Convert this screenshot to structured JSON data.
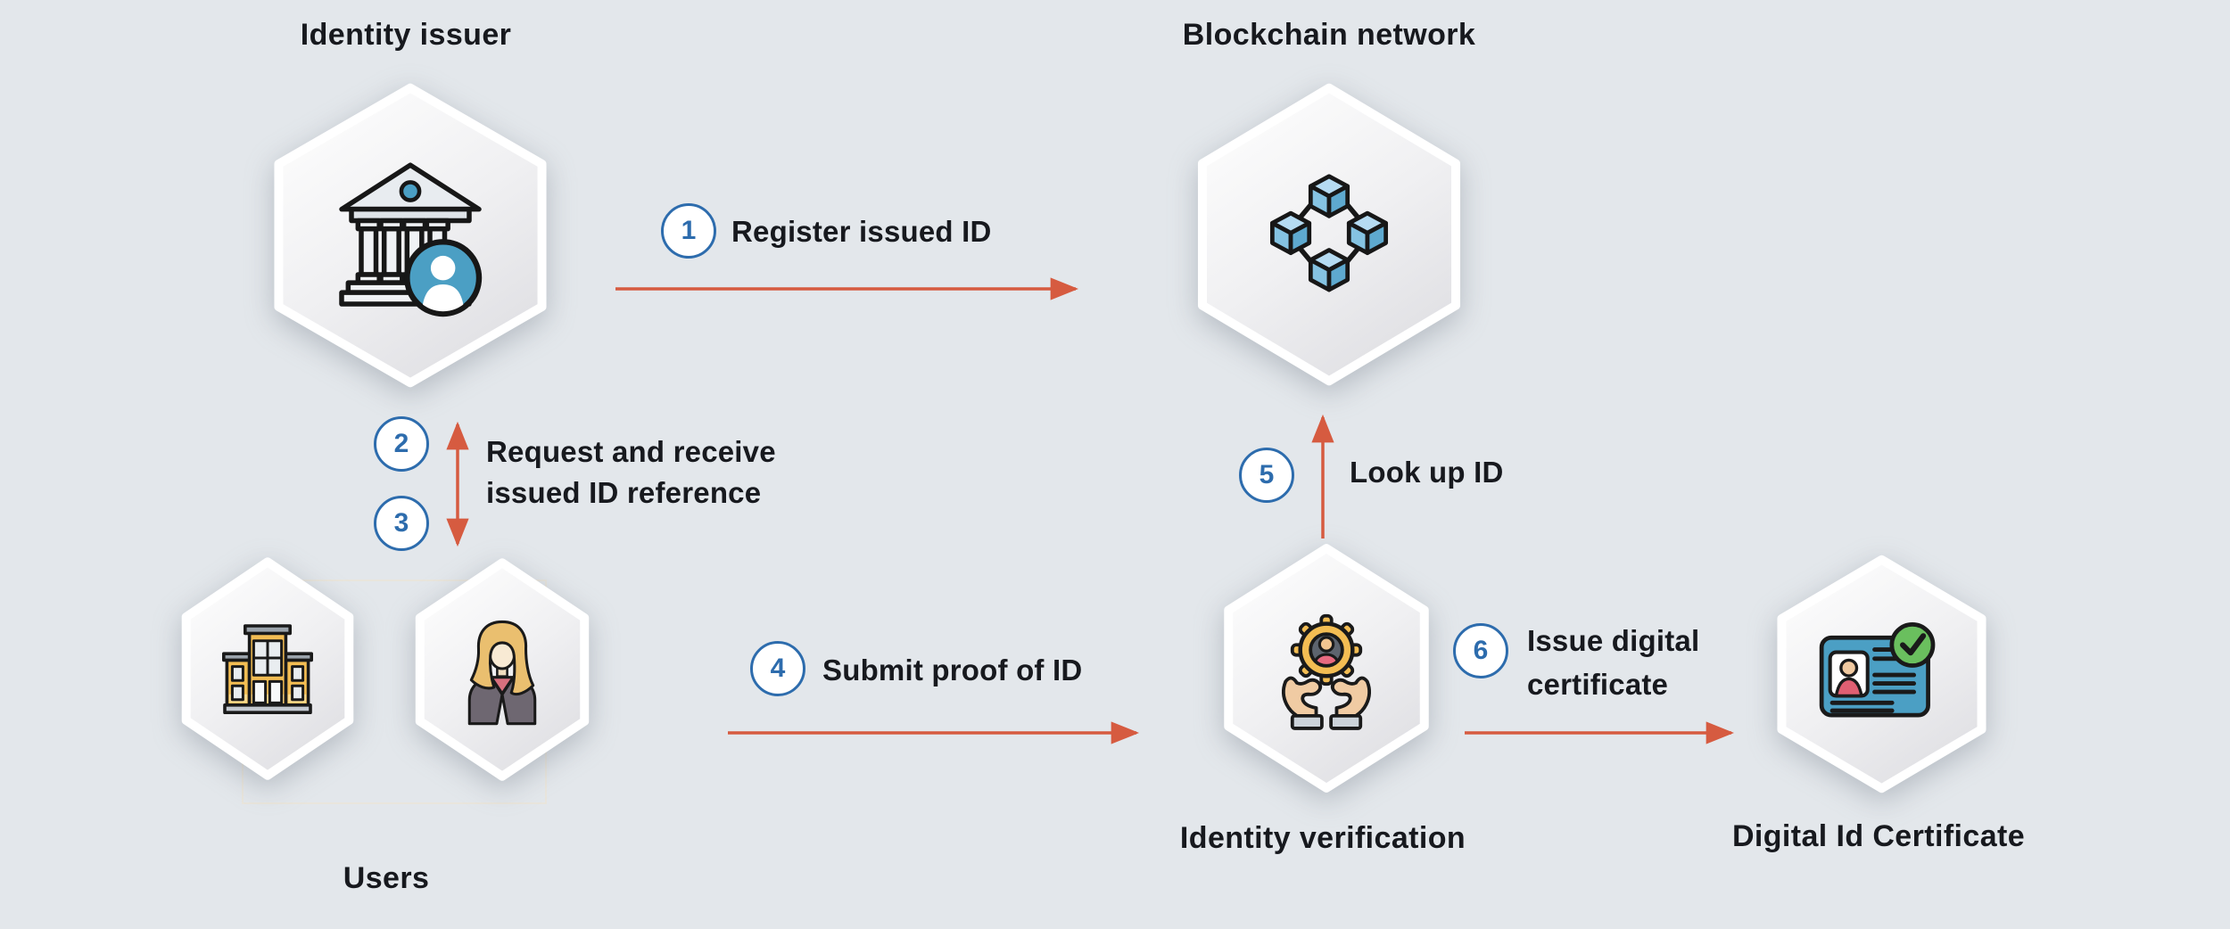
{
  "colors": {
    "background": "#e3e7eb",
    "arrow": "#d65b40",
    "step": "#2d6cad",
    "text": "#17191e",
    "icon_blue": "#4b9fc4",
    "icon_yellow": "#f3bd53",
    "icon_green": "#6abf5e",
    "icon_skin": "#f0cba3",
    "icon_pink": "#e86a80",
    "icon_grey_dark": "#5d646e"
  },
  "nodes": {
    "identity_issuer": {
      "label": "Identity issuer"
    },
    "blockchain": {
      "label": "Blockchain network"
    },
    "users": {
      "label": "Users"
    },
    "identity_verification": {
      "label": "Identity verification"
    },
    "digital_certificate": {
      "label": "Digital Id Certificate"
    }
  },
  "steps": {
    "s1": {
      "num": "1",
      "label": "Register issued ID"
    },
    "s2": {
      "num": "2"
    },
    "s3": {
      "num": "3"
    },
    "s23": {
      "line1": "Request and receive",
      "line2": "issued ID reference"
    },
    "s4": {
      "num": "4",
      "label": "Submit proof of ID"
    },
    "s5": {
      "num": "5",
      "label": "Look up ID"
    },
    "s6": {
      "num": "6",
      "line1": "Issue digital",
      "line2": "certificate"
    }
  }
}
